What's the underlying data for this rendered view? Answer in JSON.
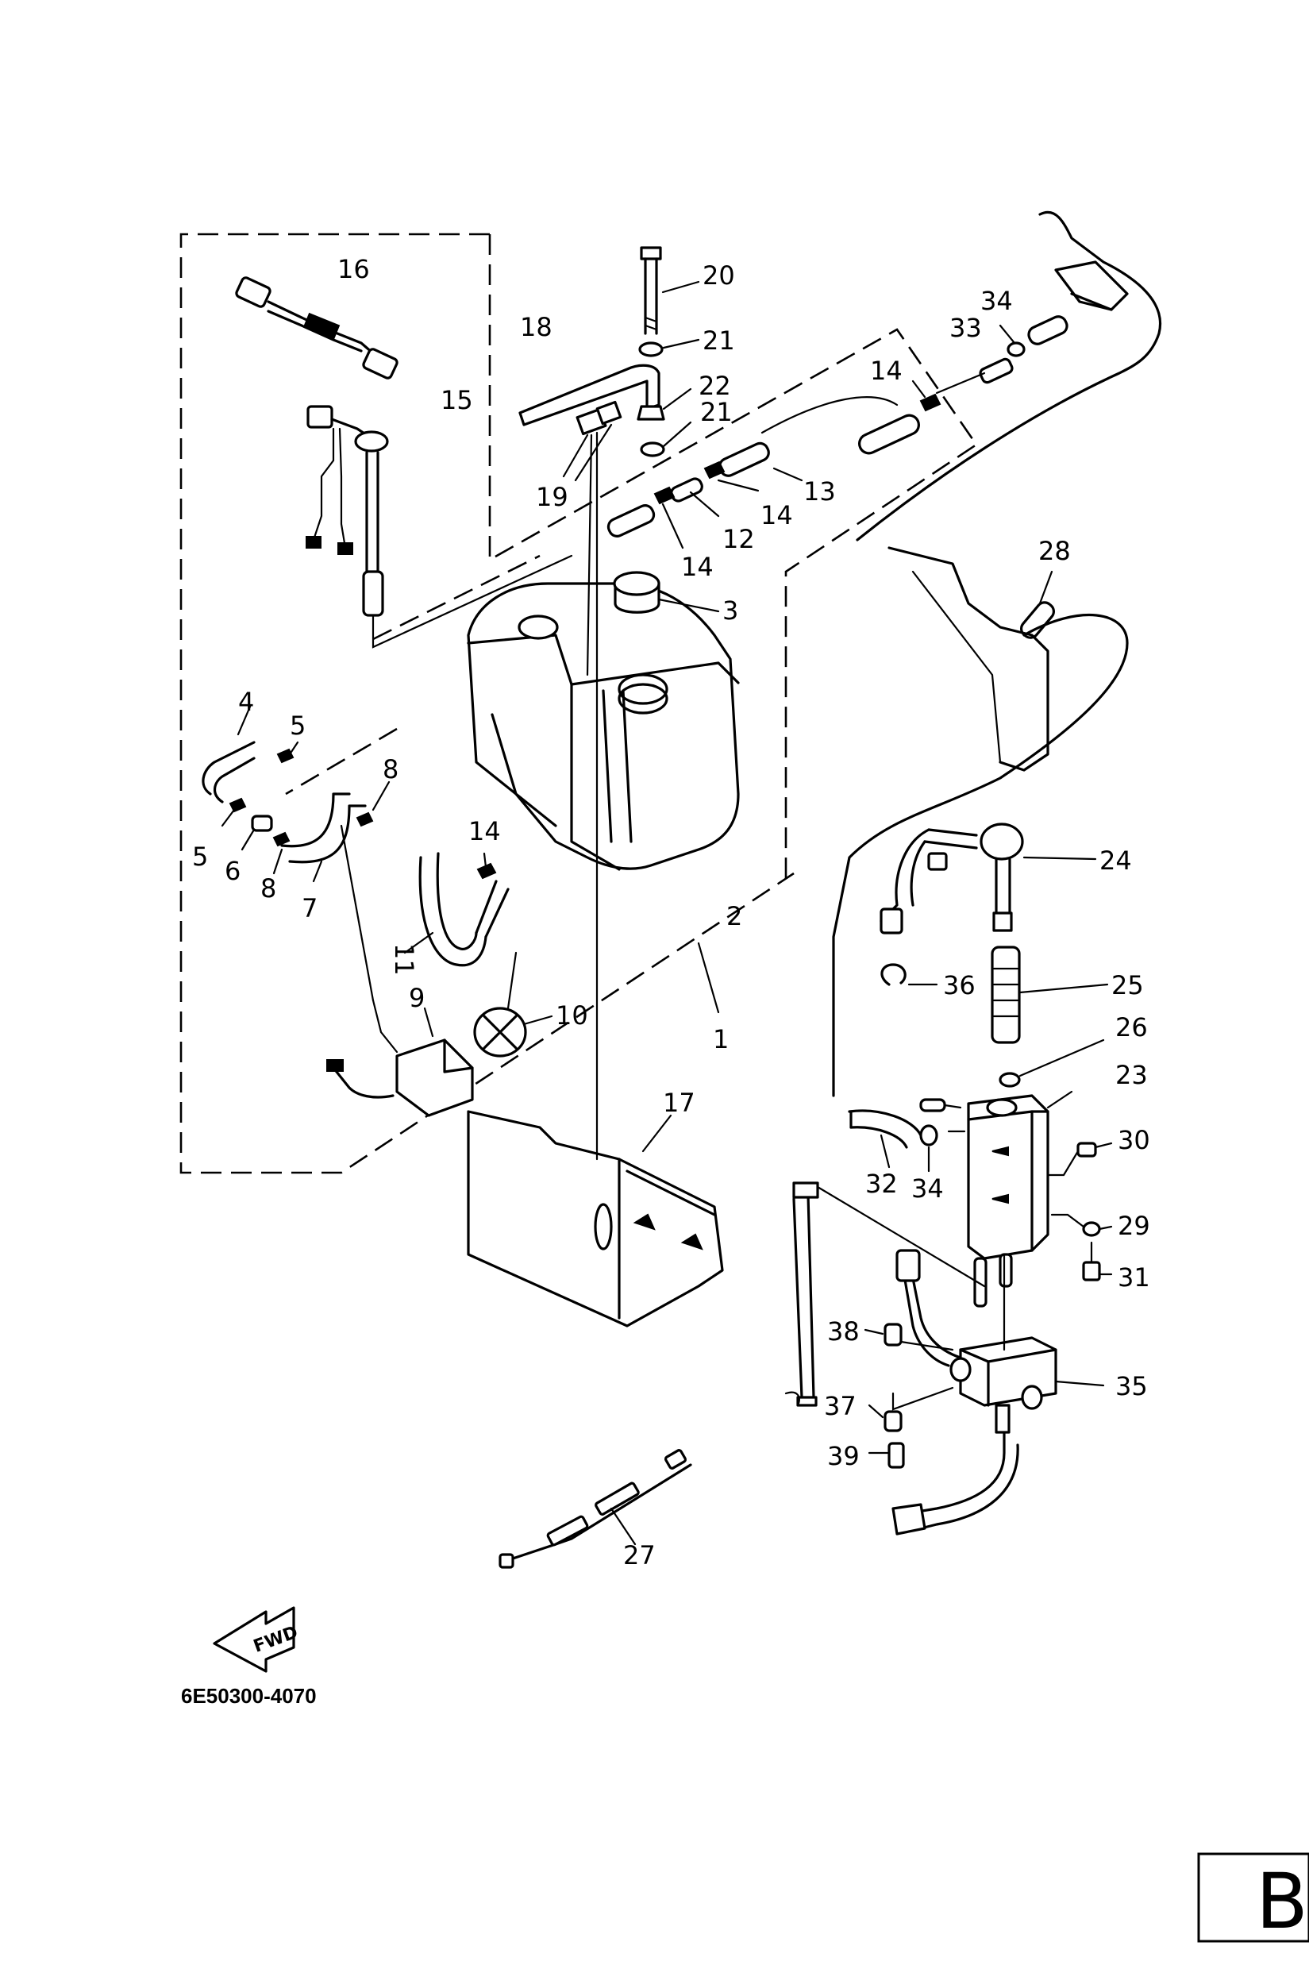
{
  "drawing_code": "6E50300-4070",
  "section_letter": "B",
  "fwd_label": "FWD",
  "callouts": [
    {
      "id": "c1",
      "num": "1"
    },
    {
      "id": "c2",
      "num": "2"
    },
    {
      "id": "c3",
      "num": "3"
    },
    {
      "id": "c4",
      "num": "4"
    },
    {
      "id": "c5a",
      "num": "5"
    },
    {
      "id": "c5b",
      "num": "5"
    },
    {
      "id": "c6",
      "num": "6"
    },
    {
      "id": "c7",
      "num": "7"
    },
    {
      "id": "c8a",
      "num": "8"
    },
    {
      "id": "c8b",
      "num": "8"
    },
    {
      "id": "c9",
      "num": "9"
    },
    {
      "id": "c10",
      "num": "10"
    },
    {
      "id": "c11",
      "num": "11"
    },
    {
      "id": "c12",
      "num": "12"
    },
    {
      "id": "c13",
      "num": "13"
    },
    {
      "id": "c14a",
      "num": "14"
    },
    {
      "id": "c14b",
      "num": "14"
    },
    {
      "id": "c14c",
      "num": "14"
    },
    {
      "id": "c14d",
      "num": "14"
    },
    {
      "id": "c15",
      "num": "15"
    },
    {
      "id": "c16",
      "num": "16"
    },
    {
      "id": "c17",
      "num": "17"
    },
    {
      "id": "c18",
      "num": "18"
    },
    {
      "id": "c19",
      "num": "19"
    },
    {
      "id": "c20",
      "num": "20"
    },
    {
      "id": "c21a",
      "num": "21"
    },
    {
      "id": "c21b",
      "num": "21"
    },
    {
      "id": "c22",
      "num": "22"
    },
    {
      "id": "c23",
      "num": "23"
    },
    {
      "id": "c24",
      "num": "24"
    },
    {
      "id": "c25",
      "num": "25"
    },
    {
      "id": "c26",
      "num": "26"
    },
    {
      "id": "c27",
      "num": "27"
    },
    {
      "id": "c28",
      "num": "28"
    },
    {
      "id": "c29",
      "num": "29"
    },
    {
      "id": "c30",
      "num": "30"
    },
    {
      "id": "c31",
      "num": "31"
    },
    {
      "id": "c32",
      "num": "32"
    },
    {
      "id": "c33",
      "num": "33"
    },
    {
      "id": "c34a",
      "num": "34"
    },
    {
      "id": "c34b",
      "num": "34"
    },
    {
      "id": "c35",
      "num": "35"
    },
    {
      "id": "c36",
      "num": "36"
    },
    {
      "id": "c37",
      "num": "37"
    },
    {
      "id": "c38",
      "num": "38"
    },
    {
      "id": "c39",
      "num": "39"
    }
  ]
}
